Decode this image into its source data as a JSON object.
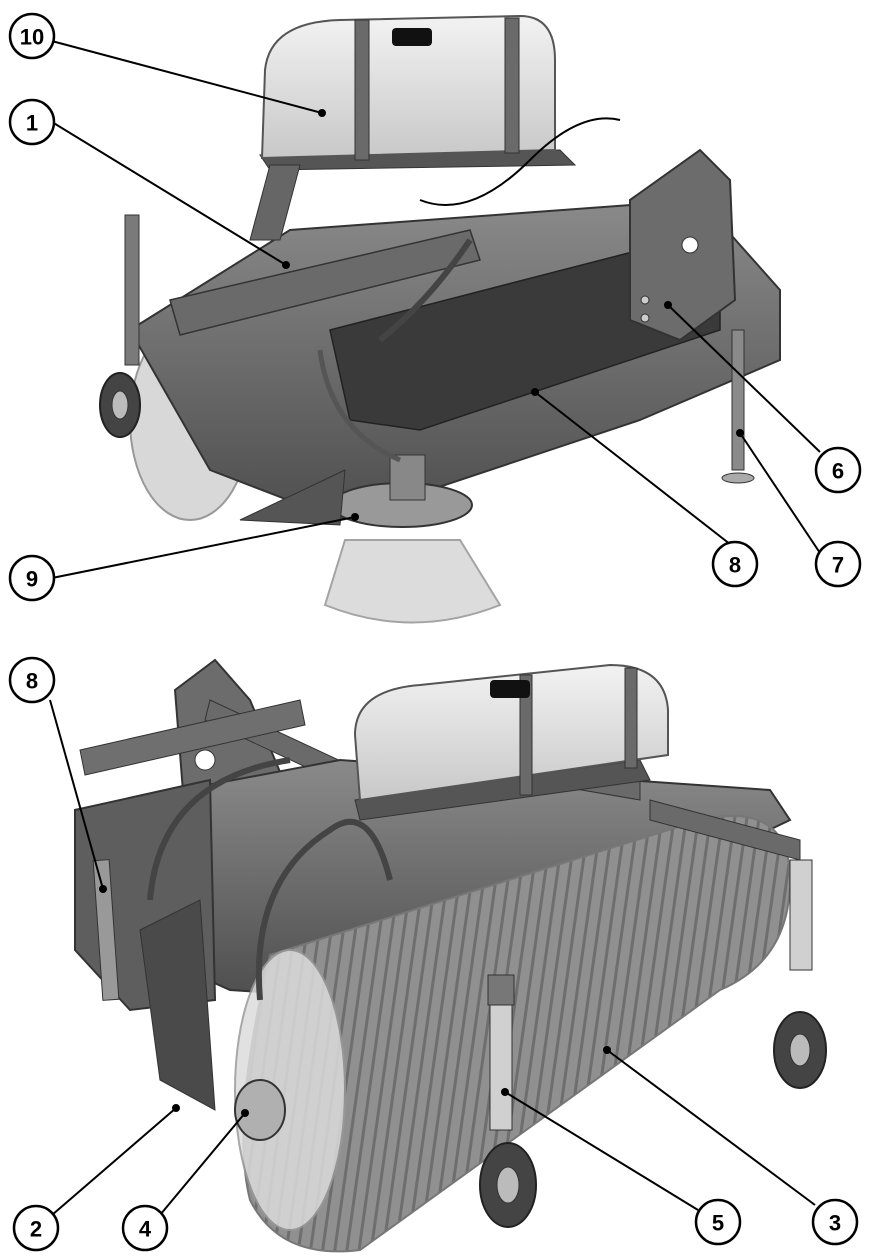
{
  "callouts": [
    {
      "id": "c10",
      "label": "10"
    },
    {
      "id": "c1",
      "label": "1"
    },
    {
      "id": "c6",
      "label": "6"
    },
    {
      "id": "c7",
      "label": "7"
    },
    {
      "id": "c8a",
      "label": "8"
    },
    {
      "id": "c9",
      "label": "9"
    },
    {
      "id": "c8b",
      "label": "8"
    },
    {
      "id": "c2",
      "label": "2"
    },
    {
      "id": "c4",
      "label": "4"
    },
    {
      "id": "c5",
      "label": "5"
    },
    {
      "id": "c3",
      "label": "3"
    }
  ],
  "colors": {
    "metal_dark": "#5a5a5a",
    "metal_mid": "#7a7a7a",
    "metal_light": "#9a9a9a",
    "tank": "#e6e6e6",
    "brush": "#8c8c8c",
    "outline": "#000000"
  }
}
